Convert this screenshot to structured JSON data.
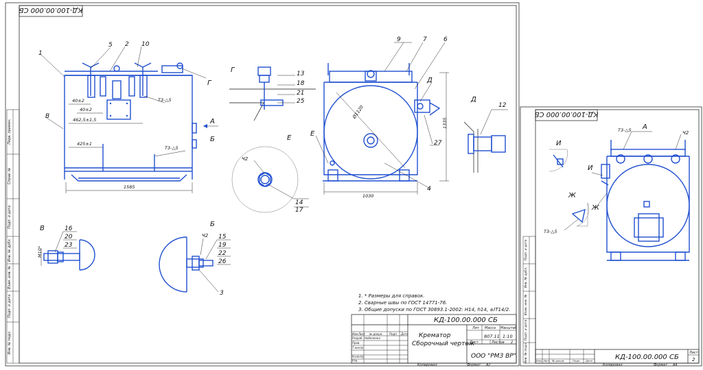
{
  "sheet1": {
    "corner_code": "КД-100.00.000 СБ",
    "notes": [
      "1. * Размеры для справок.",
      "2. Сварные швы по ГОСТ 14771-76.",
      "3. Общие допуски по ГОСТ 30893.1-2002: H14, h14, ±IT14/2."
    ],
    "title_block": {
      "designation": "КД-100.00.000 СБ",
      "name_line1": "Крематор",
      "name_line2": "Сборочный чертеж",
      "lit_header": "Лит",
      "mass_header": "Масса",
      "scale_header": "Масштаб",
      "mass_value": "807.11",
      "scale_value": "1:10",
      "sheet_label": "Лист",
      "sheets_label": "Листов",
      "sheets_value": "2",
      "company": "ООО \"РМЗ ВР\"",
      "rows": [
        "Изм.",
        "Лист",
        "№ докум.",
        "Подп.",
        "Дата"
      ],
      "roles": [
        "Разраб.",
        "Пров.",
        "Т.контр.",
        "",
        "Н.контр.",
        "Утв."
      ],
      "developer": "Небеленко"
    },
    "bottom_labels": {
      "copied": "Копировал",
      "format": "Формат",
      "format_value": "А2"
    },
    "side_labels": [
      "Перв. примен.",
      "Справ. №",
      "Подп. и дата",
      "Инв. № дубл.",
      "Взам. инв. №",
      "Подп. и дата",
      "Инв. № подл."
    ],
    "front_view": {
      "callouts": [
        "1",
        "5",
        "2",
        "10",
        "Г",
        "В",
        "А",
        "Б"
      ],
      "dims": [
        "40±2",
        "40±2",
        "462,5±1,5",
        "425±1",
        "1585"
      ],
      "weld_marks": [
        "Т3-△5",
        "Т3-△5"
      ]
    },
    "side_view": {
      "callouts": [
        "9",
        "7",
        "6",
        "Д",
        "Е",
        "27",
        "4"
      ],
      "dims": [
        "Ø1120",
        "1335",
        "1030"
      ]
    },
    "detail_G": {
      "label": "Г",
      "callouts": [
        "13",
        "18",
        "21",
        "25"
      ]
    },
    "detail_D": {
      "label": "Д",
      "callouts": [
        "12"
      ]
    },
    "detail_E": {
      "label": "Е",
      "callouts": [
        "14",
        "17"
      ],
      "roughness": "Ч2"
    },
    "detail_V": {
      "label": "В",
      "callouts": [
        "16",
        "20",
        "23"
      ],
      "dim": "М10*"
    },
    "detail_B": {
      "label": "Б",
      "callouts": [
        "15",
        "19",
        "22",
        "26",
        "3"
      ],
      "roughness": "Ч2"
    }
  },
  "sheet2": {
    "corner_code": "КД-100.00.000 СБ",
    "designation": "КД-100.00.000 СБ",
    "view_label": "А",
    "callouts": [
      "И",
      "Ж",
      "И",
      "Ж"
    ],
    "weld_marks": [
      "Т3-△5",
      "Т3-△5"
    ],
    "roughness": "Ч2",
    "sheet_label": "Лист",
    "sheet_number": "2",
    "rows": [
      "Изм.",
      "Лист",
      "№ докум.",
      "Подп.",
      "Дата"
    ],
    "bottom_labels": {
      "copied": "Копировал",
      "format": "Формат",
      "format_value": "А4"
    },
    "side_labels": [
      "Подп. и дата",
      "Инв. № дубл.",
      "Взам. инв. №",
      "Подп. и дата",
      "Инв. № подл."
    ]
  }
}
